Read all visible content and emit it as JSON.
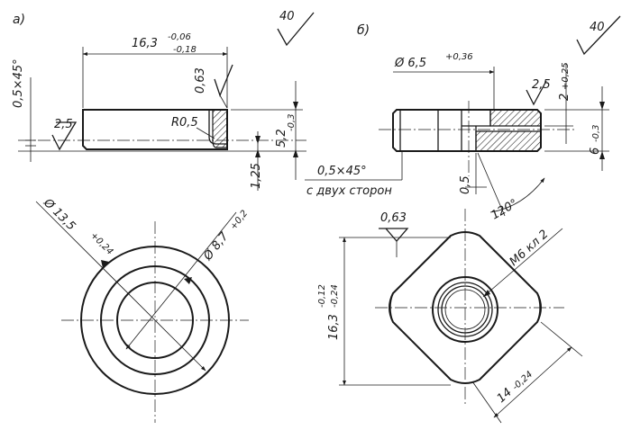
{
  "view_a": {
    "label": "а)",
    "roughness_general": "40",
    "dim_length": "16,3",
    "dim_length_tol_upper": "-0,06",
    "dim_length_tol_lower": "-0,18",
    "chamfer": "0,5×45°",
    "roughness_left": "2,5",
    "roughness_face": "0,63",
    "fillet": "R0,5",
    "dim_height": "5,2",
    "dim_height_tol": "-0,3",
    "dim_step": "1,25",
    "dia_outer": "Ø 13,5",
    "dia_outer_tol": "+0,24",
    "dia_inner": "Ø 8,7",
    "dia_inner_tol": "+0,2"
  },
  "view_b": {
    "label": "б)",
    "roughness_general": "40",
    "dia_bore": "Ø 6,5",
    "dia_bore_tol": "+0,36",
    "roughness_right": "2,5",
    "dim_small": "2",
    "dim_small_tol": "+0,25",
    "dim_height": "6",
    "dim_height_tol": "-0,3",
    "chamfer": "0,5×45°",
    "chamfer_note": "с двух сторон",
    "dim_step": "0,5",
    "angle": "120°",
    "roughness_top": "0,63",
    "thread": "М6 кл 2",
    "dim_square": "16,3",
    "dim_square_tol_upper": "-0,12",
    "dim_square_tol_lower": "-0,24",
    "dim_flat": "14",
    "dim_flat_tol": "-0,24"
  }
}
